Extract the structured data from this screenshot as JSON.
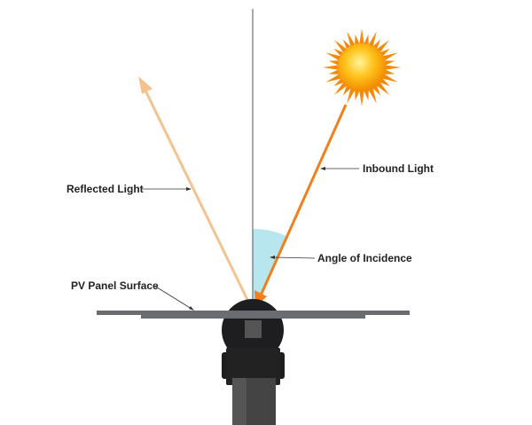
{
  "labels": {
    "reflected": "Reflected Light",
    "inbound": "Inbound Light",
    "angle": "Angle of Incidence",
    "panel": "PV Panel Surface"
  },
  "colors": {
    "inbound": "#f07f1c",
    "reflected": "#f2c38e",
    "angle_fill": "#b8e6ef",
    "panel": "#6b6b72",
    "tracker": "#1e1e20",
    "sun": "#ffb300"
  }
}
